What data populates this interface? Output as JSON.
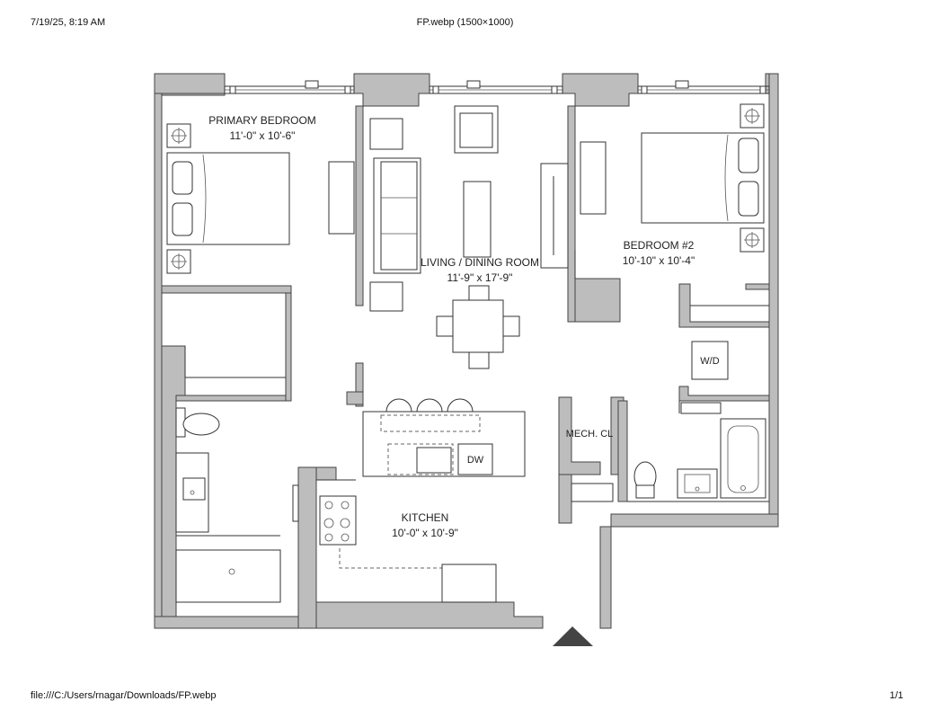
{
  "header": {
    "timestamp": "7/19/25, 8:19 AM",
    "title": "FP.webp (1500×1000)"
  },
  "footer": {
    "path": "file:///C:/Users/rnagar/Downloads/FP.webp",
    "page": "1/1"
  },
  "rooms": {
    "primary_bedroom": {
      "name": "PRIMARY BEDROOM",
      "dims": "11'-0\" x 10'-6\""
    },
    "living_dining": {
      "name": "LIVING / DINING ROOM",
      "dims": "11'-9\" x 17'-9\""
    },
    "bedroom2": {
      "name": "BEDROOM #2",
      "dims": "10'-10\" x 10'-4\""
    },
    "kitchen": {
      "name": "KITCHEN",
      "dims": "10'-0\" x 10'-9\""
    }
  },
  "fixtures": {
    "washer_dryer": "W/D",
    "mech_closet": "MECH. CL",
    "dishwasher": "DW"
  },
  "icons": {
    "entry": "entry-arrow-icon"
  }
}
